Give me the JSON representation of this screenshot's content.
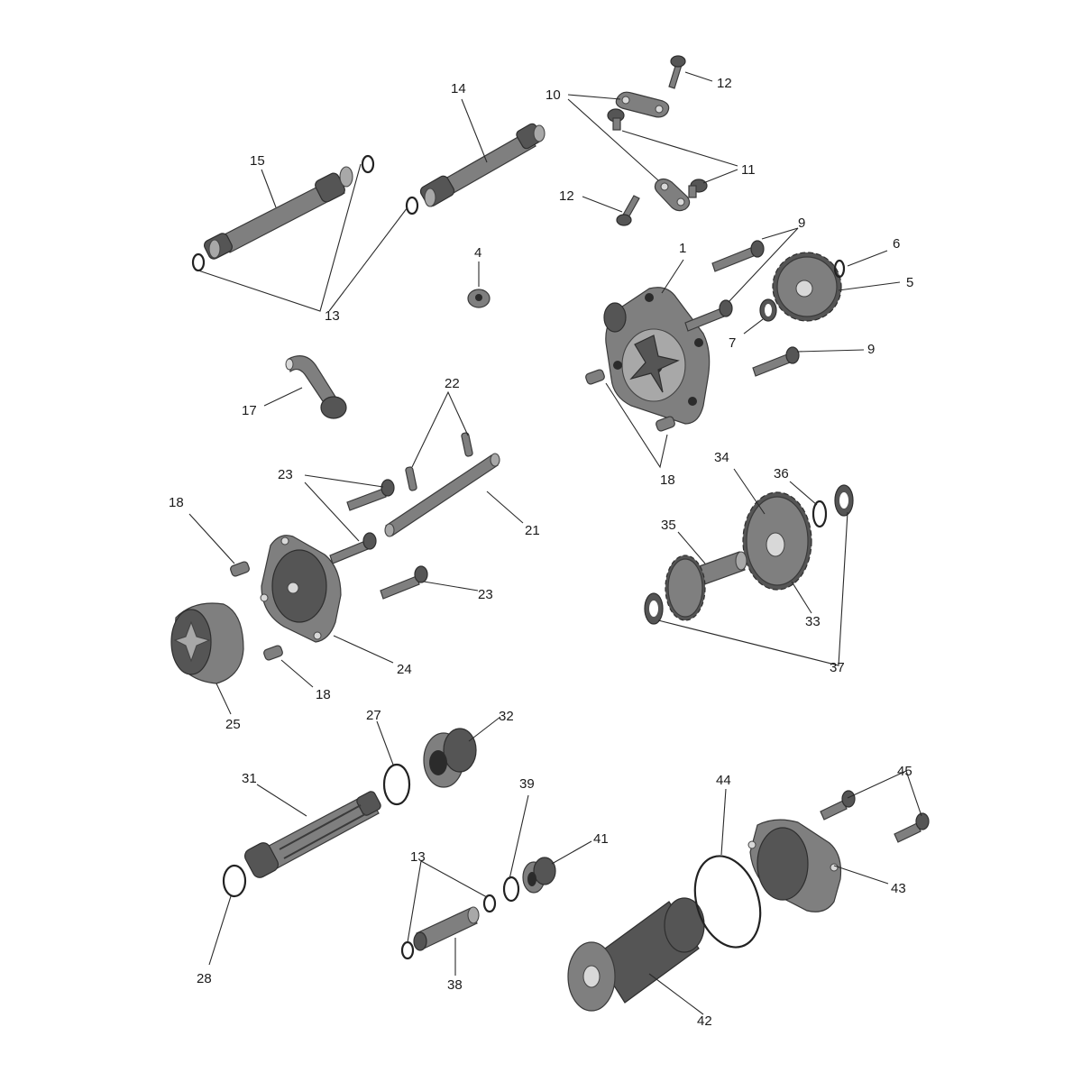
{
  "callouts": {
    "c1": "1",
    "c4": "4",
    "c5": "5",
    "c6": "6",
    "c7": "7",
    "c9a": "9",
    "c9b": "9",
    "c10": "10",
    "c11": "11",
    "c12a": "12",
    "c12b": "12",
    "c13a": "13",
    "c13b": "13",
    "c14": "14",
    "c15": "15",
    "c17": "17",
    "c18a": "18",
    "c18b": "18",
    "c18c": "18",
    "c21": "21",
    "c22": "22",
    "c23a": "23",
    "c23b": "23",
    "c24": "24",
    "c25": "25",
    "c27": "27",
    "c28": "28",
    "c31": "31",
    "c32": "32",
    "c33": "33",
    "c34": "34",
    "c35": "35",
    "c36": "36",
    "c37": "37",
    "c38": "38",
    "c39": "39",
    "c41": "41",
    "c42": "42",
    "c43": "43",
    "c44": "44",
    "c45": "45"
  },
  "colors": {
    "part_fill": "#7f7f7f",
    "part_dark": "#555555",
    "line": "#2a2a2a",
    "background": "#ffffff"
  }
}
